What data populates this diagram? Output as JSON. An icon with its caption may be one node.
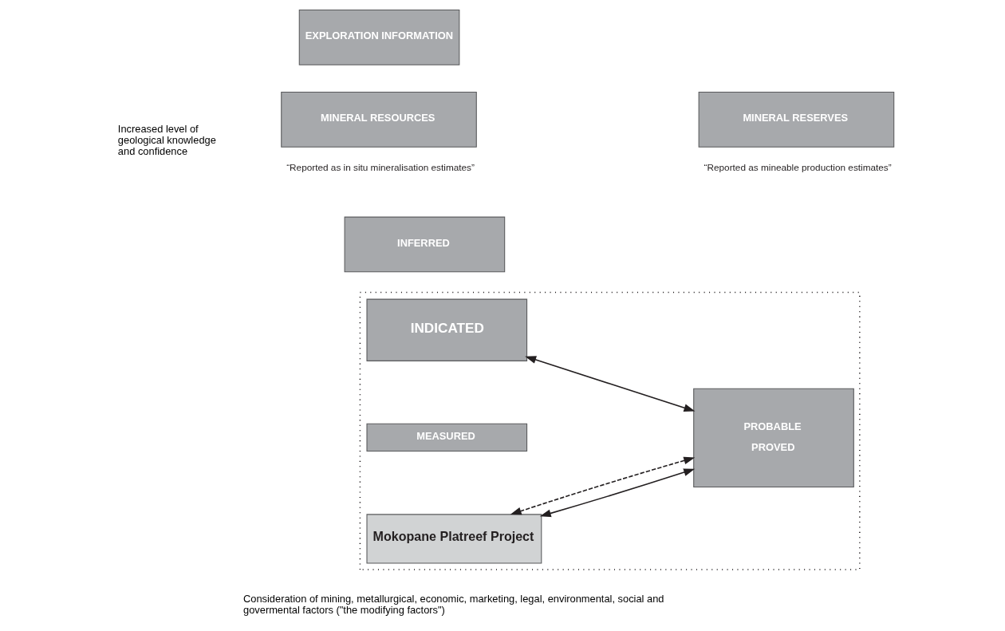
{
  "diagram": {
    "nodes": [
      {
        "text": [
          "EXPLORATION INFORMATION"
        ]
      },
      {
        "text": [
          "MINERAL RESOURCES"
        ],
        "beside": [
          "“Reported as in situ mineralisation estimates”"
        ]
      },
      {
        "text": [
          "MINERAL RESERVES"
        ],
        "beside": [
          "“Reported as mineable production estimates”"
        ]
      },
      {
        "text": [
          "INFERRED"
        ]
      },
      {
        "text": [],
        "shape": "box"
      },
      {
        "text": [
          "INDICATED"
        ],
        "in": 4
      },
      {
        "text": [
          "MEASURED"
        ],
        "in": 4
      },
      {
        "text": [
          "Mokopane Platreef Project"
        ],
        "in": 4
      },
      {
        "text": [
          "PROBABLE",
          "PROVED"
        ],
        "in": 4
      }
    ],
    "edges": [
      {
        "from": 5,
        "to": 8,
        "arrow": "both"
      },
      {
        "from": 7,
        "to": 8,
        "arrow": "both",
        "style": "dashed"
      },
      {
        "from": 7,
        "to": 8,
        "arrow": "both"
      }
    ],
    "labels": [
      "Increased level of geological knowledge and confidence",
      "Consideration of mining, metallurgical, economic, marketing, legal, environmental, social and govermental factors (\"the modifying factors\")"
    ]
  }
}
